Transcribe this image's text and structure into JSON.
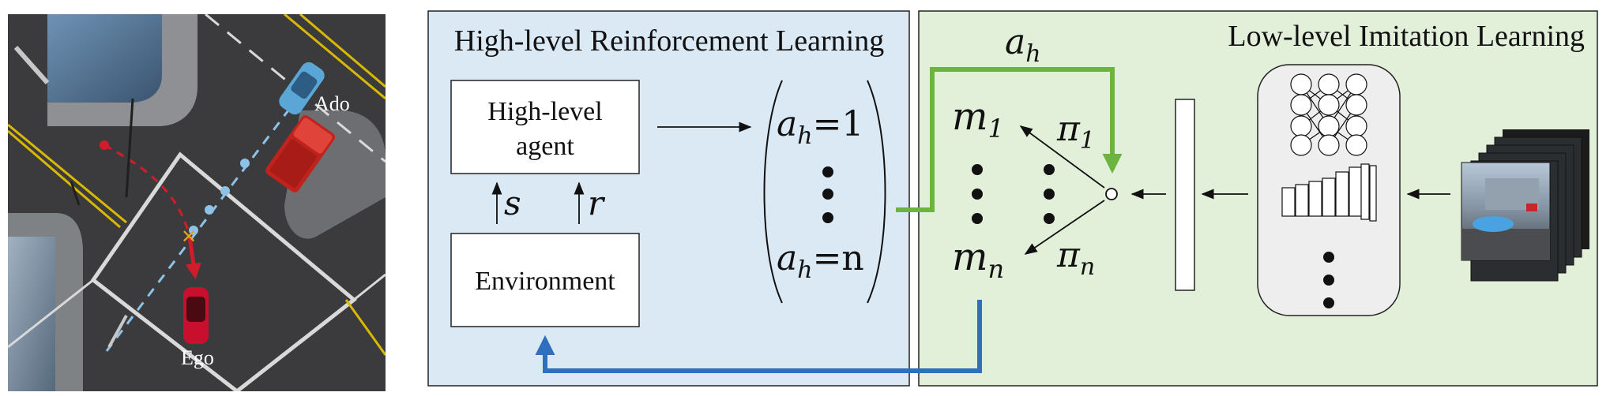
{
  "scene": {
    "ego_label": "Ego",
    "ado_label": "Ado"
  },
  "high_level": {
    "title": "High-level Reinforcement Learning",
    "agent_line1": "High-level",
    "agent_line2": "agent",
    "environment": "Environment",
    "state_symbol": "s",
    "reward_symbol": "r",
    "action_first": "a_h=1",
    "action_last": "a_h=n",
    "action_first_base": "a",
    "action_first_sub": "h",
    "action_first_rest": "=1",
    "action_last_base": "a",
    "action_last_sub": "h",
    "action_last_rest": "=n"
  },
  "low_level": {
    "title": "Low-level Imitation Learning",
    "mode_first_base": "m",
    "mode_first_sub": "1",
    "mode_last_base": "m",
    "mode_last_sub": "n",
    "pi_first_base": "π",
    "pi_first_sub": "1",
    "pi_last_base": "π",
    "pi_last_sub": "n",
    "selected_action_base": "a",
    "selected_action_sub": "h"
  },
  "colors": {
    "high_panel_fill": "#dbe9f5",
    "low_panel_fill": "#e3f0d9",
    "green_arrow": "#6db33f",
    "blue_arrow": "#2e6fbe",
    "road": "#3b3b3d",
    "ego_car": "#c8102e",
    "ado_car": "#5aa6d6"
  }
}
